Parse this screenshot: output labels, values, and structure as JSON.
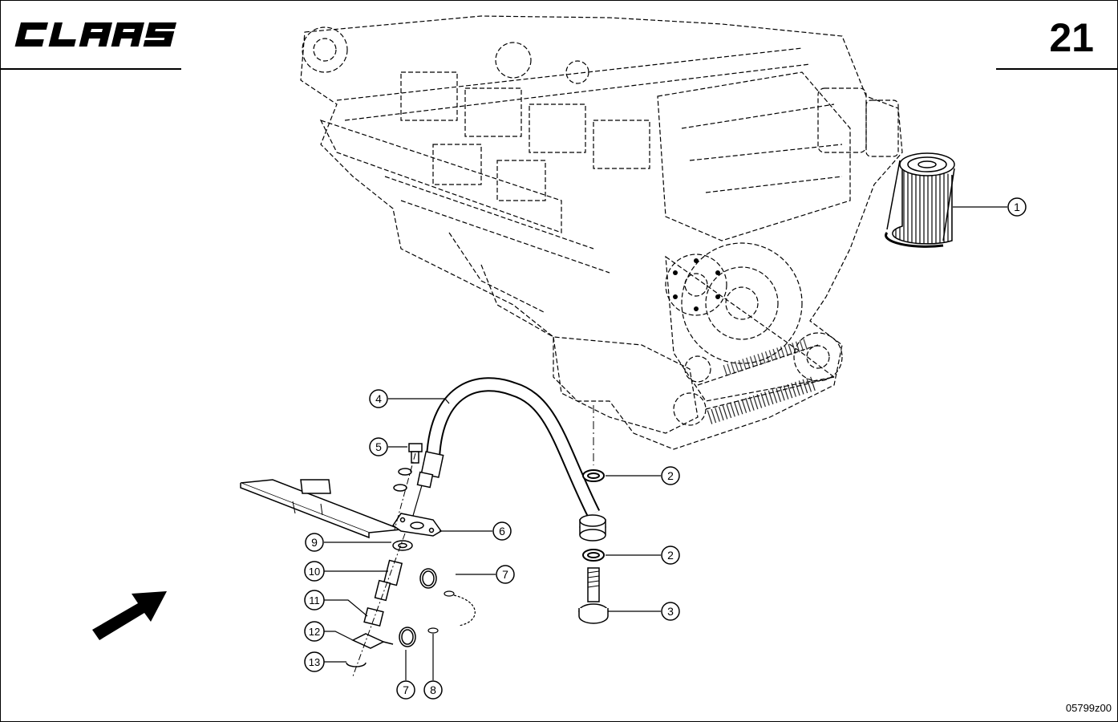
{
  "header": {
    "brand": "CLAAS",
    "page_number": "21"
  },
  "footer": {
    "drawing_code": "05799z00"
  },
  "callouts": [
    {
      "id": "c1",
      "label": "1"
    },
    {
      "id": "c2a",
      "label": "2"
    },
    {
      "id": "c2b",
      "label": "2"
    },
    {
      "id": "c3",
      "label": "3"
    },
    {
      "id": "c4",
      "label": "4"
    },
    {
      "id": "c5",
      "label": "5"
    },
    {
      "id": "c6",
      "label": "6"
    },
    {
      "id": "c7a",
      "label": "7"
    },
    {
      "id": "c7b",
      "label": "7"
    },
    {
      "id": "c8",
      "label": "8"
    },
    {
      "id": "c9",
      "label": "9"
    },
    {
      "id": "c10",
      "label": "10"
    },
    {
      "id": "c11",
      "label": "11"
    },
    {
      "id": "c12",
      "label": "12"
    },
    {
      "id": "c13",
      "label": "13"
    }
  ]
}
